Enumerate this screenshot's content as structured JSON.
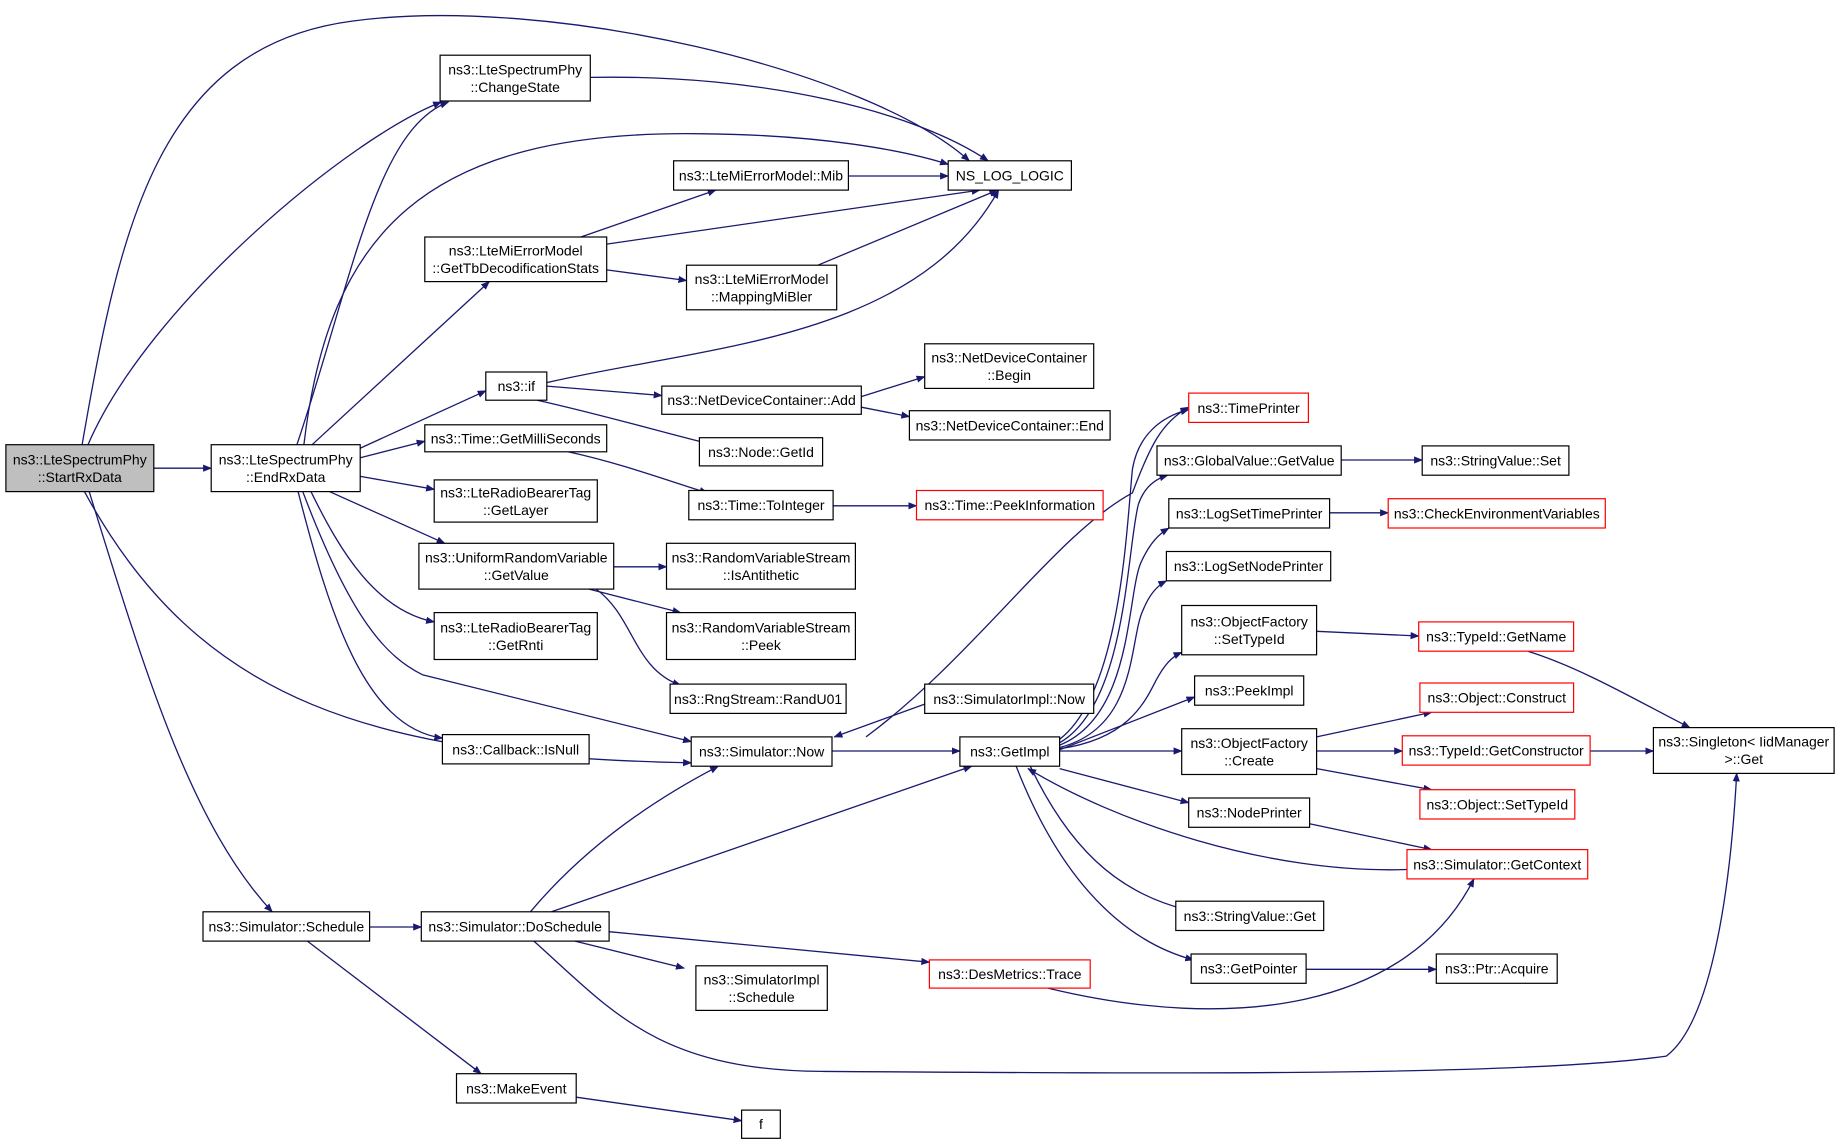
{
  "graph": {
    "type": "call-graph",
    "edge_color": "#191970",
    "truncated_border_color": "#ff0000",
    "root_fill": "#bfbfbf",
    "nodes": [
      {
        "id": "startrx",
        "lines": [
          "ns3::LteSpectrumPhy",
          "::StartRxData"
        ],
        "root": true
      },
      {
        "id": "changestate",
        "lines": [
          "ns3::LteSpectrumPhy",
          "::ChangeState"
        ]
      },
      {
        "id": "nslog",
        "lines": [
          "NS_LOG_LOGIC"
        ]
      },
      {
        "id": "mib",
        "lines": [
          "ns3::LteMiErrorModel::Mib"
        ]
      },
      {
        "id": "gettb",
        "lines": [
          "ns3::LteMiErrorModel",
          "::GetTbDecodificationStats"
        ]
      },
      {
        "id": "mapping",
        "lines": [
          "ns3::LteMiErrorModel",
          "::MappingMiBler"
        ]
      },
      {
        "id": "ndcbegin",
        "lines": [
          "ns3::NetDeviceContainer",
          "::Begin"
        ]
      },
      {
        "id": "ifn",
        "lines": [
          "ns3::if"
        ]
      },
      {
        "id": "ndcadd",
        "lines": [
          "ns3::NetDeviceContainer::Add"
        ]
      },
      {
        "id": "ndcend",
        "lines": [
          "ns3::NetDeviceContainer::End"
        ]
      },
      {
        "id": "endrx",
        "lines": [
          "ns3::LteSpectrumPhy",
          "::EndRxData"
        ]
      },
      {
        "id": "getmilli",
        "lines": [
          "ns3::Time::GetMilliSeconds"
        ]
      },
      {
        "id": "nodegetid",
        "lines": [
          "ns3::Node::GetId"
        ]
      },
      {
        "id": "getlayer",
        "lines": [
          "ns3::LteRadioBearerTag",
          "::GetLayer"
        ]
      },
      {
        "id": "tointeger",
        "lines": [
          "ns3::Time::ToInteger"
        ]
      },
      {
        "id": "peekinfo",
        "lines": [
          "ns3::Time::PeekInformation"
        ],
        "truncated": true
      },
      {
        "id": "urvget",
        "lines": [
          "ns3::UniformRandomVariable",
          "::GetValue"
        ]
      },
      {
        "id": "isanti",
        "lines": [
          "ns3::RandomVariableStream",
          "::IsAntithetic"
        ]
      },
      {
        "id": "getrnti",
        "lines": [
          "ns3::LteRadioBearerTag",
          "::GetRnti"
        ]
      },
      {
        "id": "rvspeek",
        "lines": [
          "ns3::RandomVariableStream",
          "::Peek"
        ]
      },
      {
        "id": "randu01",
        "lines": [
          "ns3::RngStream::RandU01"
        ]
      },
      {
        "id": "isnull",
        "lines": [
          "ns3::Callback::IsNull"
        ]
      },
      {
        "id": "simnow",
        "lines": [
          "ns3::Simulator::Now"
        ]
      },
      {
        "id": "simimplnow",
        "lines": [
          "ns3::SimulatorImpl::Now"
        ]
      },
      {
        "id": "getimpl",
        "lines": [
          "ns3::GetImpl"
        ]
      },
      {
        "id": "timeprinter",
        "lines": [
          "ns3::TimePrinter"
        ],
        "truncated": true
      },
      {
        "id": "gvget",
        "lines": [
          "ns3::GlobalValue::GetValue"
        ]
      },
      {
        "id": "svset",
        "lines": [
          "ns3::StringValue::Set"
        ]
      },
      {
        "id": "logsettime",
        "lines": [
          "ns3::LogSetTimePrinter"
        ]
      },
      {
        "id": "checkenv",
        "lines": [
          "ns3::CheckEnvironmentVariables"
        ],
        "truncated": true
      },
      {
        "id": "logsetnode",
        "lines": [
          "ns3::LogSetNodePrinter"
        ]
      },
      {
        "id": "ofsettype",
        "lines": [
          "ns3::ObjectFactory",
          "::SetTypeId"
        ]
      },
      {
        "id": "tidgetname",
        "lines": [
          "ns3::TypeId::GetName"
        ],
        "truncated": true
      },
      {
        "id": "peekimpl",
        "lines": [
          "ns3::PeekImpl"
        ]
      },
      {
        "id": "objconstruct",
        "lines": [
          "ns3::Object::Construct"
        ],
        "truncated": true
      },
      {
        "id": "ofcreate",
        "lines": [
          "ns3::ObjectFactory",
          "::Create"
        ]
      },
      {
        "id": "tidgetctor",
        "lines": [
          "ns3::TypeId::GetConstructor"
        ],
        "truncated": true
      },
      {
        "id": "singleton",
        "lines": [
          "ns3::Singleton< IidManager",
          ">::Get"
        ]
      },
      {
        "id": "objsettype",
        "lines": [
          "ns3::Object::SetTypeId"
        ],
        "truncated": true
      },
      {
        "id": "nodeprinter",
        "lines": [
          "ns3::NodePrinter"
        ]
      },
      {
        "id": "simgetctx",
        "lines": [
          "ns3::Simulator::GetContext"
        ],
        "truncated": true
      },
      {
        "id": "svget",
        "lines": [
          "ns3::StringValue::Get"
        ]
      },
      {
        "id": "simsched",
        "lines": [
          "ns3::Simulator::Schedule"
        ]
      },
      {
        "id": "dosched",
        "lines": [
          "ns3::Simulator::DoSchedule"
        ]
      },
      {
        "id": "getpointer",
        "lines": [
          "ns3::GetPointer"
        ]
      },
      {
        "id": "ptracquire",
        "lines": [
          "ns3::Ptr::Acquire"
        ]
      },
      {
        "id": "destrace",
        "lines": [
          "ns3::DesMetrics::Trace"
        ],
        "truncated": true
      },
      {
        "id": "simimplsched",
        "lines": [
          "ns3::SimulatorImpl",
          "::Schedule"
        ]
      },
      {
        "id": "makeevent",
        "lines": [
          "ns3::MakeEvent"
        ]
      },
      {
        "id": "f",
        "lines": [
          "f"
        ]
      }
    ]
  }
}
